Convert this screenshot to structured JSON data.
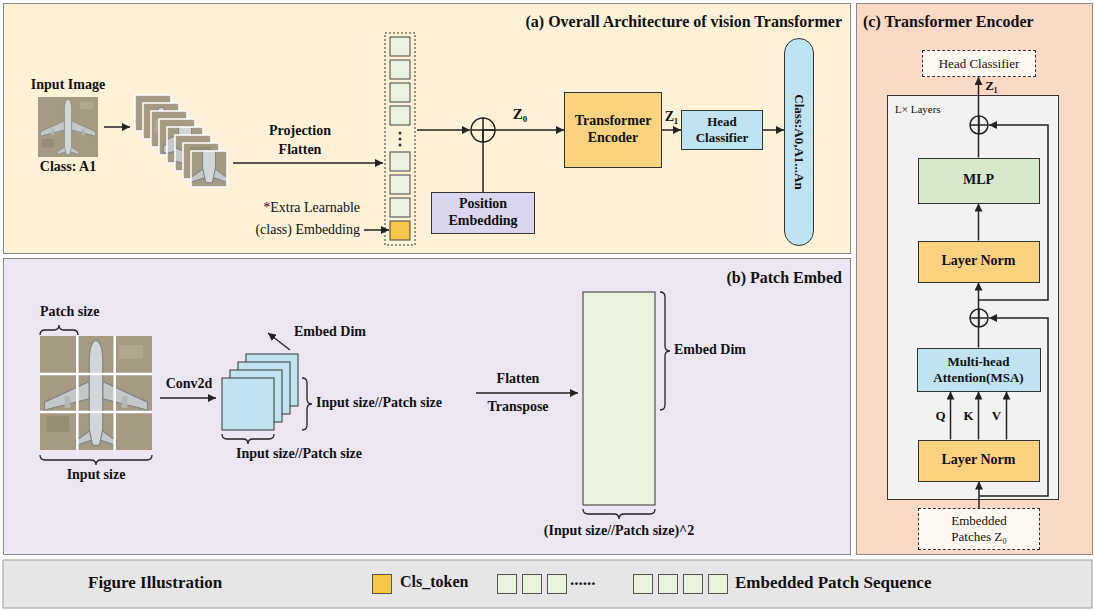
{
  "diagram": {
    "nodes": [
      {
        "text": [
          "(a) Overall Architecture of vision Transformer"
        ]
      },
      {
        "text": [
          "Transformer Encoder"
        ],
        "in": 0
      },
      {
        "text": [
          "Head Classifier"
        ],
        "in": 0
      },
      {
        "text": [
          "Class:A0,A1...An"
        ],
        "in": 0
      },
      {
        "text": [
          "Position Embedding"
        ],
        "in": 0
      },
      {
        "text": [
          "(b) Patch Embed"
        ]
      },
      {
        "text": [
          "(c) Transformer Encoder"
        ]
      },
      {
        "text": [
          "Head Classifier"
        ],
        "in": 6
      },
      {
        "text": [
          "L× Layers"
        ],
        "in": 6
      },
      {
        "text": [
          "MLP"
        ],
        "in": 8
      },
      {
        "text": [
          "Layer Norm"
        ],
        "in": 8
      },
      {
        "text": [
          "Multi-head Attention(MSA)"
        ],
        "in": 8
      },
      {
        "text": [
          "Layer Norm"
        ],
        "in": 8
      },
      {
        "text": [
          "Embedded Patches Z₀"
        ],
        "in": 6
      }
    ],
    "edges": [
      {
        "from": 4,
        "to": 1,
        "arrow": "to"
      },
      {
        "from": 1,
        "to": 2,
        "label": "Z₁",
        "arrow": "to"
      },
      {
        "from": 2,
        "to": 3,
        "arrow": "to"
      },
      {
        "from": 13,
        "to": 12,
        "arrow": "to"
      },
      {
        "from": 12,
        "to": 11,
        "label": "Q",
        "arrow": "to"
      },
      {
        "from": 12,
        "to": 11,
        "label": "K",
        "arrow": "to"
      },
      {
        "from": 12,
        "to": 11,
        "label": "V",
        "arrow": "to"
      },
      {
        "from": 11,
        "to": 10,
        "arrow": "to"
      },
      {
        "from": 10,
        "to": 9,
        "arrow": "to"
      },
      {
        "from": 9,
        "to": 7,
        "label": "Z₁",
        "arrow": "to"
      }
    ],
    "labels": [
      "Input Image",
      "Class: A1",
      "Projection Flatten",
      "*Extra Learnable (class) Embedding",
      "Z₀",
      "Patch size",
      "Input size",
      "Conv2d",
      "Embed Dim",
      "Input size//Patch size",
      "Input size//Patch size",
      "Flatten Transpose",
      "Embed Dim",
      "(Input size//Patch size)^2",
      "Figure Illustration",
      "......"
    ],
    "legend": [
      {
        "text": "Cls_token",
        "color": "#f8c74a"
      },
      {
        "text": "Embedded Patch Sequence",
        "color": "#e8f2dc"
      }
    ]
  }
}
